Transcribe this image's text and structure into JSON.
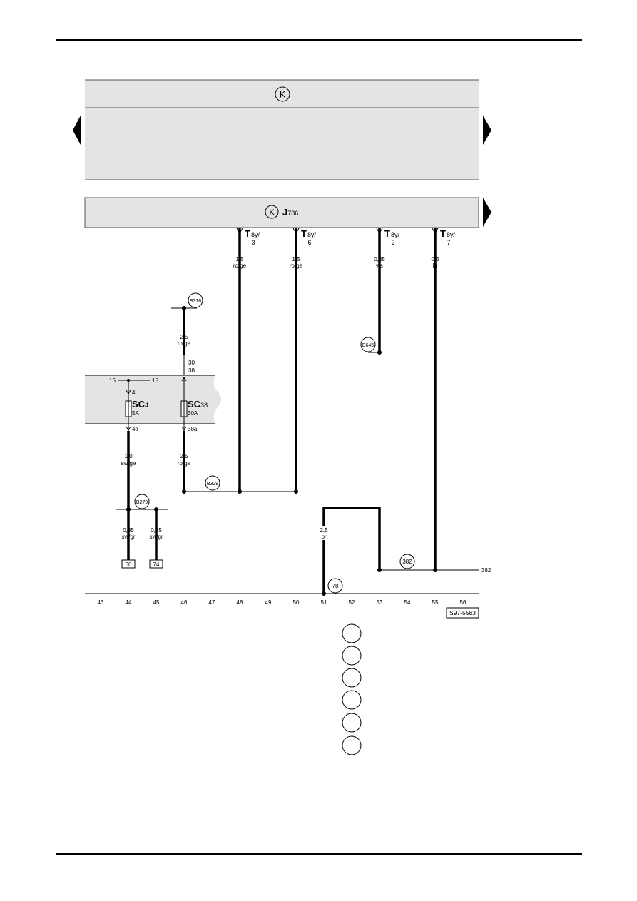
{
  "top_box": {
    "symbol": "K"
  },
  "control_unit": {
    "symbol": "K",
    "name": "J",
    "sub": "786"
  },
  "connectors": [
    {
      "prefix": "T",
      "code": "8y/",
      "pin": "3"
    },
    {
      "prefix": "T",
      "code": "8y/",
      "pin": "6"
    },
    {
      "prefix": "T",
      "code": "8y/",
      "pin": "2"
    },
    {
      "prefix": "T",
      "code": "8y/",
      "pin": "7"
    }
  ],
  "wires": [
    {
      "size": "1,5",
      "color": "ro/ge"
    },
    {
      "size": "1,5",
      "color": "ro/ge"
    },
    {
      "size": "0,35",
      "color": "ws"
    },
    {
      "size": "0,5",
      "color": "br"
    },
    {
      "size": "2,5",
      "color": "ro/ge"
    },
    {
      "size": "1,0",
      "color": "sw/ge"
    },
    {
      "size": "2,5",
      "color": "ro/ge"
    },
    {
      "size": "0,35",
      "color": "sw/gr"
    },
    {
      "size": "0,35",
      "color": "sw/gr"
    },
    {
      "size": "2,5",
      "color": "br"
    }
  ],
  "nodes": {
    "b316": "B316",
    "b645": "B645",
    "b329": "B329",
    "b279": "B279",
    "n382": "382",
    "n78": "78"
  },
  "fuse_panel": {
    "rail_left": "15",
    "rail_right": "15",
    "term_30": "30",
    "term_38": "38",
    "sc4": {
      "name": "SC",
      "num": "4",
      "rating": "5A",
      "in": "4",
      "out": "4a"
    },
    "sc38": {
      "name": "SC",
      "num": "38",
      "rating": "30A",
      "out": "38a"
    }
  },
  "refs": {
    "r60": "60",
    "r74": "74",
    "out382": "382"
  },
  "tracks": [
    "43",
    "44",
    "45",
    "46",
    "47",
    "48",
    "49",
    "50",
    "51",
    "52",
    "53",
    "54",
    "55",
    "56"
  ],
  "page_code": "S97-5583"
}
